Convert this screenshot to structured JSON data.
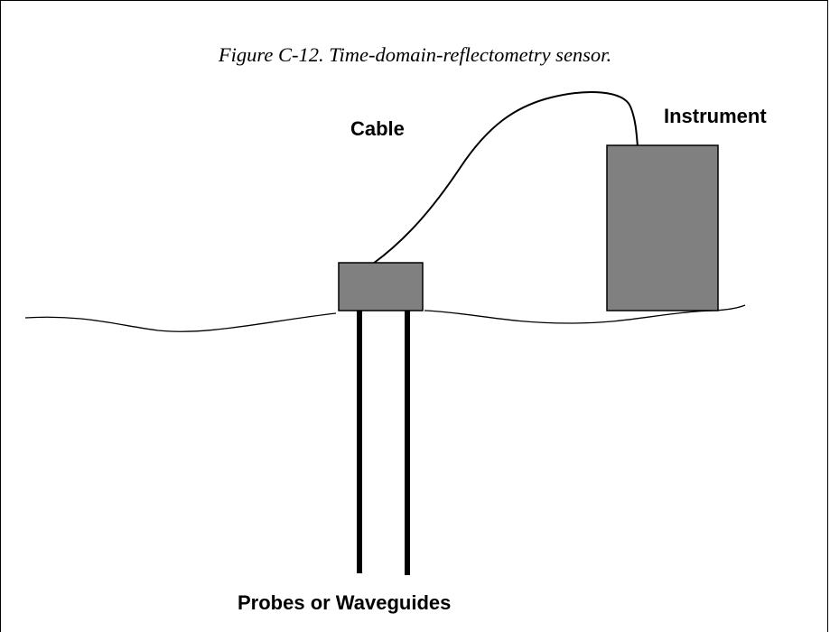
{
  "caption": "Figure C-12. Time-domain-reflectometry sensor.",
  "labels": {
    "cable": "Cable",
    "instrument": "Instrument",
    "probes": "Probes or Waveguides"
  },
  "colors": {
    "box_fill": "#808080",
    "line": "#000000",
    "background": "#ffffff"
  }
}
